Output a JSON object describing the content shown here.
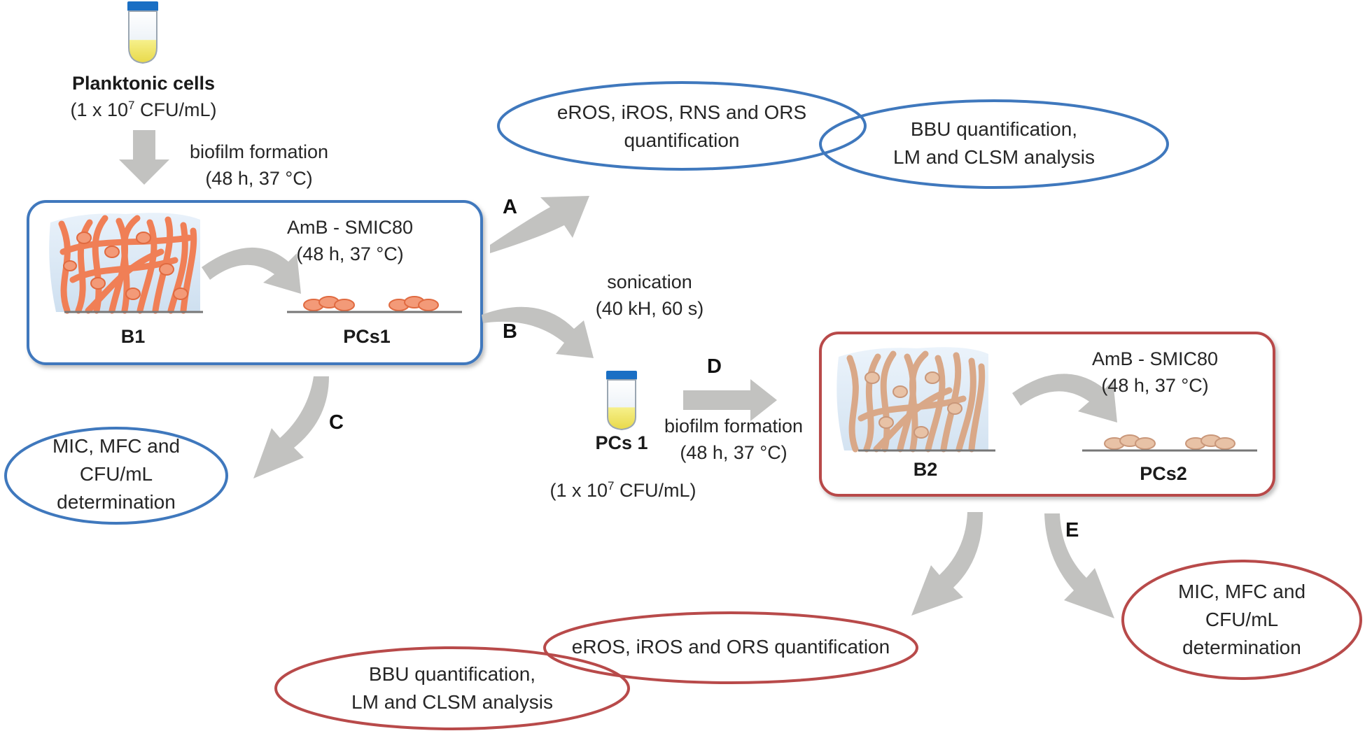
{
  "colors": {
    "blue_outline": "#3f78bd",
    "red_outline": "#b84a4a",
    "arrow_gray": "#c2c2c0",
    "biofilm_orange": "#f07f56",
    "biofilm_pale": "#d9a888",
    "tube_cap": "#1a6fc4",
    "tube_liquid": "#f2ec6a"
  },
  "planktonic": {
    "title": "Planktonic cells",
    "conc_pre": "(1 x 10",
    "conc_exp": "7",
    "conc_post": " CFU/mL)"
  },
  "formation1": {
    "line1": "biofilm formation",
    "line2": "(48 h, 37 °C)"
  },
  "box1": {
    "treatment_line1": "AmB - SMIC80",
    "treatment_line2": "(48 h, 37 °C)",
    "left_label": "B1",
    "right_label": "PCs1"
  },
  "letters": {
    "a": "A",
    "b": "B",
    "c": "C",
    "d": "D",
    "e": "E"
  },
  "sonication": {
    "line1": "sonication",
    "line2": "(40 kH, 60 s)"
  },
  "pcs_tube": {
    "title": "PCs 1",
    "conc_pre": "(1 x 10",
    "conc_exp": "7",
    "conc_post": " CFU/mL)"
  },
  "formation2": {
    "line1": "biofilm formation",
    "line2": "(48 h, 37 °C)"
  },
  "box2": {
    "treatment_line1": "AmB - SMIC80",
    "treatment_line2": "(48 h, 37 °C)",
    "left_label": "B2",
    "right_label": "PCs2"
  },
  "ovals": {
    "ros_blue": {
      "line1": "eROS, iROS, RNS and ORS",
      "line2": "quantification"
    },
    "bbu_blue": {
      "line1": "BBU quantification,",
      "line2": "LM and CLSM analysis"
    },
    "mic_blue": {
      "line1": "MIC, MFC and",
      "line2": "CFU/mL",
      "line3": "determination"
    },
    "ros_red": {
      "line1": "eROS, iROS and ORS quantification"
    },
    "bbu_red": {
      "line1": "BBU quantification,",
      "line2": "LM and CLSM analysis"
    },
    "mic_red": {
      "line1": "MIC, MFC and",
      "line2": "CFU/mL",
      "line3": "determination"
    }
  }
}
